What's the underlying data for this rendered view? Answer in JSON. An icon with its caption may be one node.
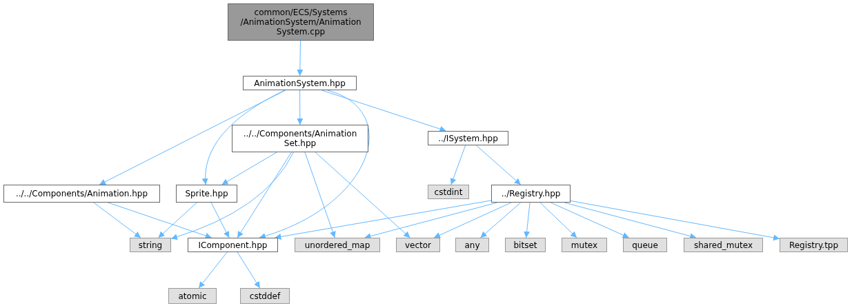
{
  "diagram": {
    "nodes": [
      {
        "text": [
          "common/ECS/Systems /AnimationSystem/Animation System.cpp"
        ]
      },
      {
        "text": [
          "AnimationSystem.hpp"
        ]
      },
      {
        "text": [
          "../../Components/Animation Set.hpp"
        ]
      },
      {
        "text": [
          "../ISystem.hpp"
        ]
      },
      {
        "text": [
          "../../Components/Animation.hpp"
        ]
      },
      {
        "text": [
          "Sprite.hpp"
        ]
      },
      {
        "text": [
          "cstdint"
        ]
      },
      {
        "text": [
          "../Registry.hpp"
        ]
      },
      {
        "text": [
          "string"
        ]
      },
      {
        "text": [
          "IComponent.hpp"
        ]
      },
      {
        "text": [
          "unordered_map"
        ]
      },
      {
        "text": [
          "vector"
        ]
      },
      {
        "text": [
          "any"
        ]
      },
      {
        "text": [
          "bitset"
        ]
      },
      {
        "text": [
          "mutex"
        ]
      },
      {
        "text": [
          "queue"
        ]
      },
      {
        "text": [
          "shared_mutex"
        ]
      },
      {
        "text": [
          "Registry.tpp"
        ]
      },
      {
        "text": [
          "atomic"
        ]
      },
      {
        "text": [
          "cstddef"
        ]
      }
    ],
    "edges": [
      {
        "from": 0,
        "to": 1,
        "arrow": "to"
      },
      {
        "from": 1,
        "to": 2,
        "arrow": "to"
      },
      {
        "from": 1,
        "to": 3,
        "arrow": "to"
      },
      {
        "from": 1,
        "to": 4,
        "arrow": "to"
      },
      {
        "from": 1,
        "to": 5,
        "arrow": "to"
      },
      {
        "from": 1,
        "to": 9,
        "arrow": "to"
      },
      {
        "from": 2,
        "to": 5,
        "arrow": "to"
      },
      {
        "from": 2,
        "to": 8,
        "arrow": "to"
      },
      {
        "from": 2,
        "to": 9,
        "arrow": "to"
      },
      {
        "from": 2,
        "to": 10,
        "arrow": "to"
      },
      {
        "from": 2,
        "to": 11,
        "arrow": "to"
      },
      {
        "from": 3,
        "to": 6,
        "arrow": "to"
      },
      {
        "from": 3,
        "to": 7,
        "arrow": "to"
      },
      {
        "from": 4,
        "to": 8,
        "arrow": "to"
      },
      {
        "from": 4,
        "to": 9,
        "arrow": "to"
      },
      {
        "from": 5,
        "to": 8,
        "arrow": "to"
      },
      {
        "from": 5,
        "to": 9,
        "arrow": "to"
      },
      {
        "from": 7,
        "to": 9,
        "arrow": "to"
      },
      {
        "from": 7,
        "to": 10,
        "arrow": "to"
      },
      {
        "from": 7,
        "to": 11,
        "arrow": "to"
      },
      {
        "from": 7,
        "to": 12,
        "arrow": "to"
      },
      {
        "from": 7,
        "to": 13,
        "arrow": "to"
      },
      {
        "from": 7,
        "to": 14,
        "arrow": "to"
      },
      {
        "from": 7,
        "to": 15,
        "arrow": "to"
      },
      {
        "from": 7,
        "to": 16,
        "arrow": "to"
      },
      {
        "from": 7,
        "to": 17,
        "arrow": "to"
      },
      {
        "from": 9,
        "to": 18,
        "arrow": "to"
      },
      {
        "from": 9,
        "to": 19,
        "arrow": "to"
      }
    ]
  }
}
